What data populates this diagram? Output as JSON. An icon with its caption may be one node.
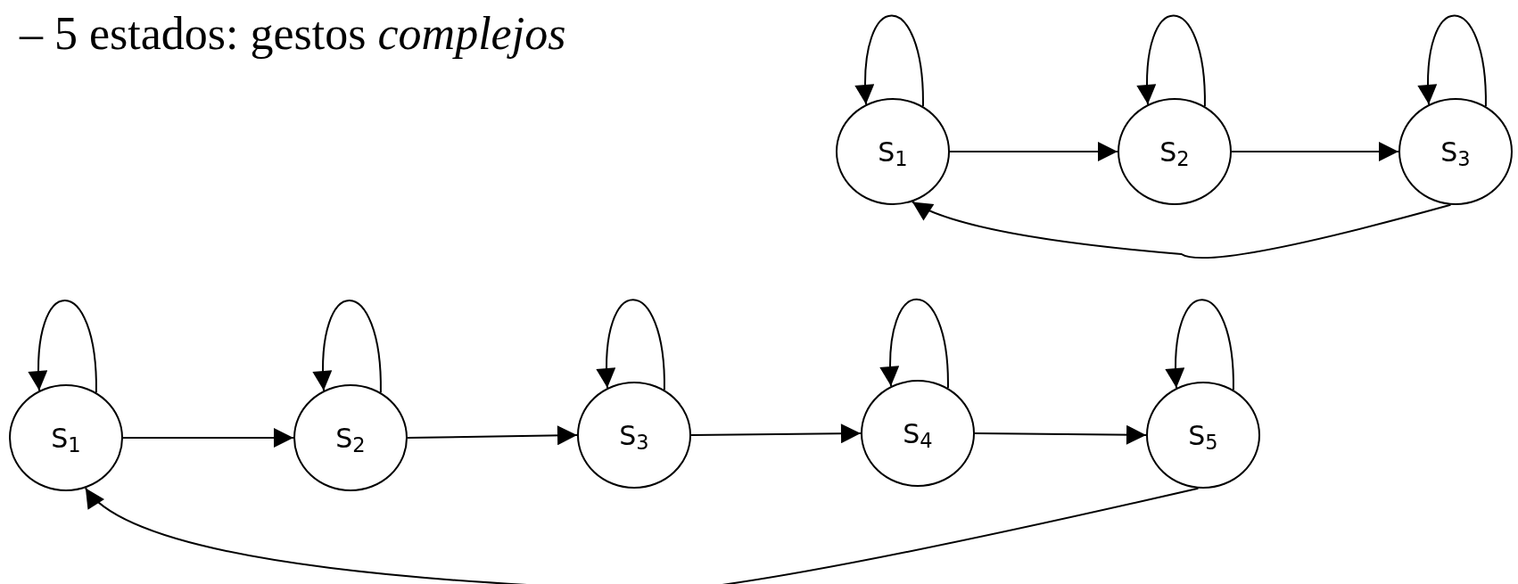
{
  "diagram": {
    "title": "– 5 estados: gestos *complejos*",
    "nodes": [
      {
        "text": [
          "S$_{1}$"
        ]
      },
      {
        "text": [
          "S$_{2}$"
        ]
      },
      {
        "text": [
          "S$_{3}$"
        ]
      },
      {
        "text": [
          "S$_{1}$"
        ]
      },
      {
        "text": [
          "S$_{2}$"
        ]
      },
      {
        "text": [
          "S$_{3}$"
        ]
      },
      {
        "text": [
          "S$_{4}$"
        ]
      },
      {
        "text": [
          "S$_{5}$"
        ]
      }
    ],
    "edges": [
      {
        "from": 0,
        "to": 0,
        "arrow": "to"
      },
      {
        "from": 1,
        "to": 1,
        "arrow": "to"
      },
      {
        "from": 2,
        "to": 2,
        "arrow": "to"
      },
      {
        "from": 0,
        "to": 1,
        "arrow": "to"
      },
      {
        "from": 1,
        "to": 2,
        "arrow": "to"
      },
      {
        "from": 2,
        "to": 0,
        "arrow": "to"
      },
      {
        "from": 3,
        "to": 3,
        "arrow": "to"
      },
      {
        "from": 4,
        "to": 4,
        "arrow": "to"
      },
      {
        "from": 5,
        "to": 5,
        "arrow": "to"
      },
      {
        "from": 6,
        "to": 6,
        "arrow": "to"
      },
      {
        "from": 7,
        "to": 7,
        "arrow": "to"
      },
      {
        "from": 3,
        "to": 4,
        "arrow": "to"
      },
      {
        "from": 4,
        "to": 5,
        "arrow": "to"
      },
      {
        "from": 5,
        "to": 6,
        "arrow": "to"
      },
      {
        "from": 6,
        "to": 7,
        "arrow": "to"
      },
      {
        "from": 7,
        "to": 3,
        "arrow": "to"
      }
    ]
  }
}
